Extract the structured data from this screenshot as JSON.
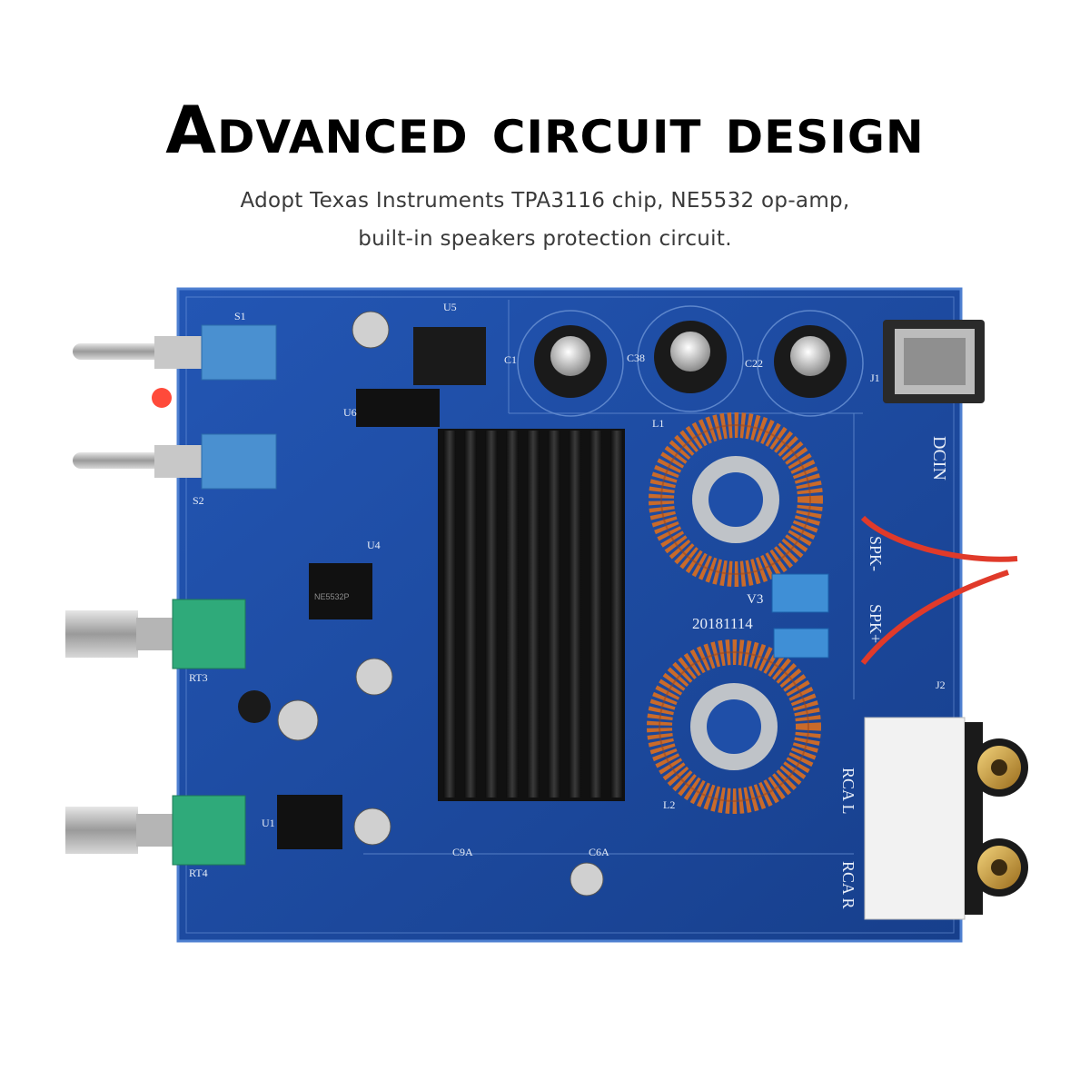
{
  "headline": "Advanced circuit design",
  "subtitle_line1": "Adopt Texas Instruments TPA3116 chip, NE5532 op-amp,",
  "subtitle_line2": "built-in speakers protection circuit.",
  "colors": {
    "board": "#1f4fa8",
    "board_edge": "#3e6fc4",
    "heatsink": "#1a1a1a",
    "copper": "#c96a2a",
    "switch": "#4a90d0",
    "potentiometer": "#2faa7a",
    "wire": "#e03a2a"
  },
  "board_labels": {
    "dcin": "DCIN",
    "spk_minus": "SPK-",
    "spk_plus": "SPK+",
    "rca_l": "RCA L",
    "rca_r": "RCA R",
    "date_code": "20181114",
    "revision": "V3",
    "s1": "S1",
    "s2": "S2",
    "rt3": "RT3",
    "rt4": "RT4",
    "j1": "J1",
    "j2": "J2",
    "l1": "L1",
    "l2": "L2",
    "c38": "C38",
    "c22": "C22",
    "c1": "C1",
    "u4": "U4",
    "u1": "U1",
    "u5": "U5",
    "u6": "U6",
    "c9a": "C9A",
    "c6a": "C6A",
    "ne5532": "NE5532P"
  }
}
